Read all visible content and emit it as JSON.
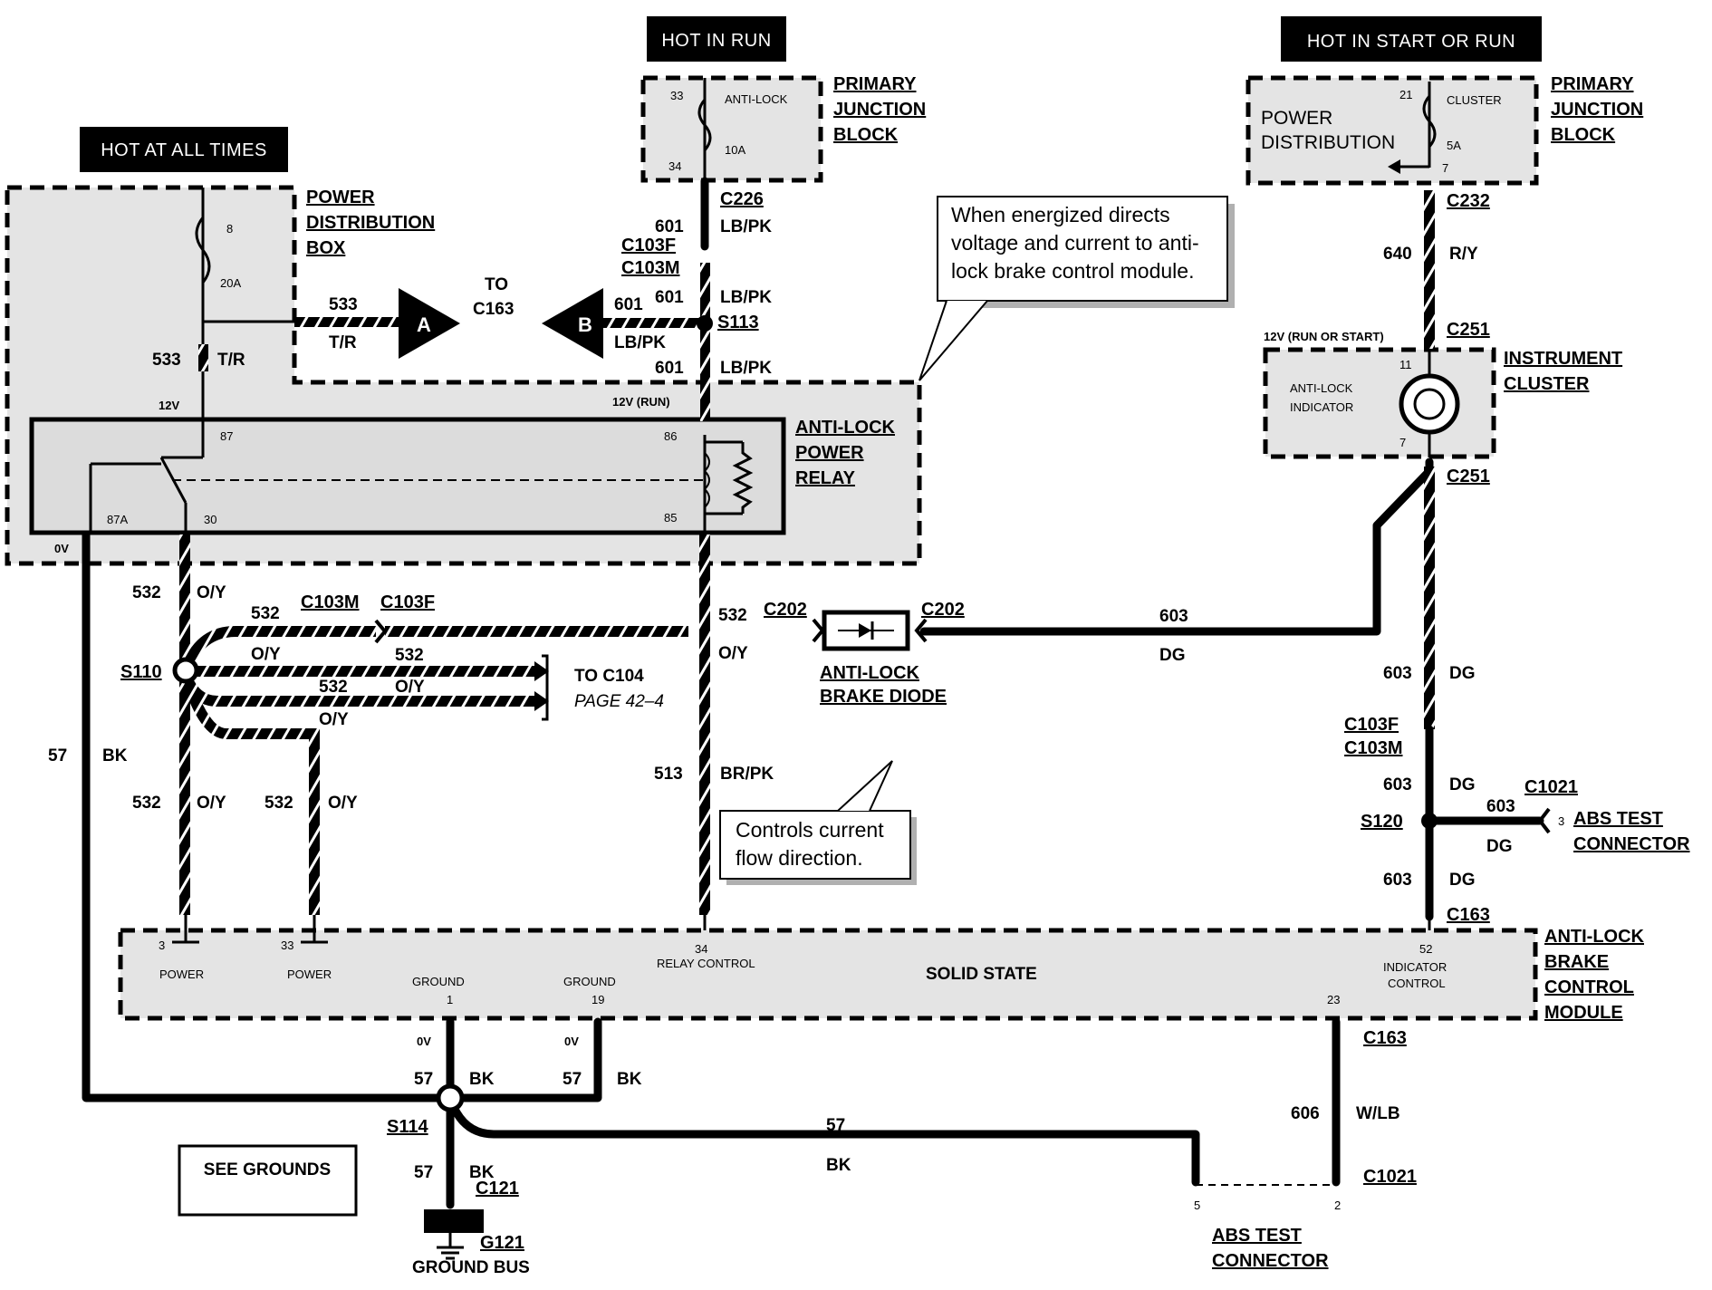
{
  "headers": {
    "hot_all_times": "HOT AT ALL TIMES",
    "hot_in_run": "HOT IN RUN",
    "hot_start_run": "HOT IN START OR RUN"
  },
  "components": {
    "power_distribution_box": [
      "POWER",
      "DISTRIBUTION",
      "BOX"
    ],
    "primary_junction_block": [
      "PRIMARY",
      "JUNCTION",
      "BLOCK"
    ],
    "anti_lock_power_relay": [
      "ANTI-LOCK",
      "POWER",
      "RELAY"
    ],
    "instrument_cluster": [
      "INSTRUMENT",
      "CLUSTER"
    ],
    "anti_lock_brake_diode": [
      "ANTI-LOCK",
      "BRAKE DIODE"
    ],
    "abs_test_connector": [
      "ABS TEST",
      "CONNECTOR"
    ],
    "abs_control_module": [
      "ANTI-LOCK",
      "BRAKE",
      "CONTROL",
      "MODULE"
    ],
    "power_distribution_inner": [
      "POWER",
      "DISTRIBUTION"
    ],
    "ground_bus": "GROUND BUS",
    "see_grounds": "SEE GROUNDS",
    "solid_state": "SOLID STATE"
  },
  "fuses": {
    "pdb": {
      "pin_a": "8",
      "rating": "20A"
    },
    "anti_lock": {
      "pin_in": "33",
      "name": "ANTI-LOCK",
      "rating": "10A",
      "pin_out": "34"
    },
    "cluster": {
      "pin_in": "21",
      "name": "CLUSTER",
      "rating": "5A",
      "pin_out": "7"
    }
  },
  "notes": {
    "relay_note": [
      "When energized directs",
      "voltage and current to anti-",
      "lock brake control module."
    ],
    "diode_note": [
      "Controls current",
      "flow direction."
    ]
  },
  "connectors": {
    "c226": "C226",
    "c103f": "C103F",
    "c103m": "C103M",
    "s113": "S113",
    "c232": "C232",
    "c251": "C251",
    "c202": "C202",
    "s110": "S110",
    "s120": "S120",
    "c1021": "C1021",
    "c163": "C163",
    "s114": "S114",
    "c121": "C121",
    "g121": "G121"
  },
  "circuits": {
    "c533": "533",
    "tr": "T/R",
    "c601": "601",
    "lbpk": "LB/PK",
    "c640": "640",
    "ry": "R/Y",
    "c532": "532",
    "oy": "O/Y",
    "c603": "603",
    "dg": "DG",
    "c513": "513",
    "brpk": "BR/PK",
    "c57": "57",
    "bk": "BK",
    "c606": "606",
    "wlb": "W/LB"
  },
  "labels": {
    "to": "TO",
    "c163_ref": "C163",
    "off_a": "A",
    "off_b": "B",
    "to_c104": "TO C104",
    "page_ref": "PAGE 42–4",
    "v12": "12V",
    "v12_run": "12V (RUN)",
    "v12_run_start": "12V (RUN OR START)",
    "v0": "0V",
    "relay_pins": {
      "p87": "87",
      "p87a": "87A",
      "p30": "30",
      "p86": "86",
      "p85": "85"
    },
    "indicator": [
      "ANTI-LOCK",
      "INDICATOR"
    ],
    "cluster_pins": {
      "p11": "11",
      "p7": "7"
    },
    "module": {
      "power": "POWER",
      "p3": "3",
      "p33": "33",
      "ground": "GROUND",
      "p1": "1",
      "p19": "19",
      "relay_control": "RELAY CONTROL",
      "p34": "34",
      "indicator_control": [
        "INDICATOR",
        "CONTROL"
      ],
      "p52": "52",
      "p23": "23"
    },
    "test_pin3": "3",
    "test_pin5": "5",
    "test_pin2": "2"
  }
}
